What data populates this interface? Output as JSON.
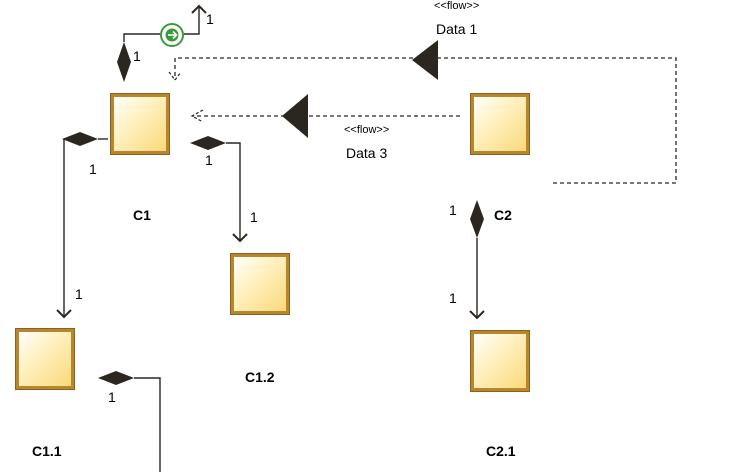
{
  "classes": {
    "c1": "C1",
    "c1_1": "C1.1",
    "c1_2": "C1.2",
    "c2": "C2",
    "c2_1": "C2.1"
  },
  "flows": {
    "data1": {
      "stereotype": "<<flow>>",
      "name": "Data 1"
    },
    "data3": {
      "stereotype": "<<flow>>",
      "name": "Data 3"
    }
  },
  "multiplicities": {
    "top_arrow": "1",
    "c1_top_diamond": "1",
    "c1_to_c1_1_source": "1",
    "c1_to_c1_1_target": "1",
    "c1_to_c1_2_source": "1",
    "c1_to_c1_2_target": "1",
    "c2_diamond": "1",
    "c2_to_c2_1_target": "1",
    "c1_1_diamond": "1"
  },
  "colors": {
    "box_border": "#b8862c",
    "line": "#2b2620",
    "port_ring": "#3a9a3a"
  }
}
